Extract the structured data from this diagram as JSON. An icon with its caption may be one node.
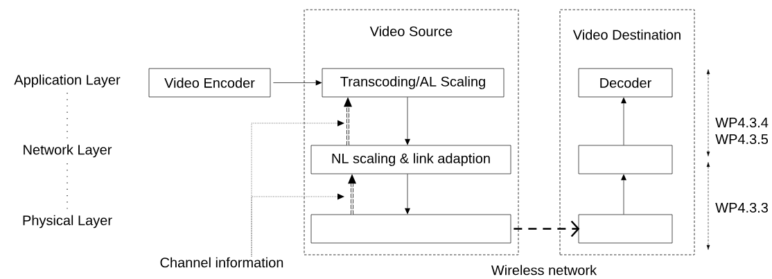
{
  "diagram": {
    "nodes": [
      {
        "text": [
          "Video Source"
        ]
      },
      {
        "text": [
          "Transcoding/AL Scaling"
        ],
        "in": 0
      },
      {
        "text": [
          "NL scaling & link adaption"
        ],
        "in": 0
      },
      {
        "text": [],
        "shape": "box",
        "in": 0
      },
      {
        "text": [
          "Video Destination"
        ]
      },
      {
        "text": [
          "Decoder"
        ],
        "in": 4
      },
      {
        "text": [],
        "shape": "box",
        "in": 4
      },
      {
        "text": [],
        "shape": "box",
        "in": 4
      },
      {
        "text": [
          "Video Encoder"
        ]
      },
      {
        "text": [
          "Channel information"
        ]
      }
    ],
    "edges": [
      {
        "from": 8,
        "to": 1,
        "arrow": "to"
      },
      {
        "from": 1,
        "to": 2,
        "arrow": "to"
      },
      {
        "from": 2,
        "to": 3,
        "arrow": "to"
      },
      {
        "from": 2,
        "to": 1,
        "arrow": "to",
        "style": "dashed"
      },
      {
        "from": 3,
        "to": 2,
        "arrow": "to",
        "style": "dashed"
      },
      {
        "from": 3,
        "to": 7,
        "arrow": "to",
        "style": "dashed",
        "label": "Wireless network"
      },
      {
        "from": 7,
        "to": 6,
        "arrow": "to"
      },
      {
        "from": 6,
        "to": 5,
        "arrow": "to"
      },
      {
        "from": 9,
        "to": null,
        "arrow": "to",
        "style": "dashed"
      },
      {
        "from": 9,
        "to": null,
        "arrow": "to",
        "style": "dashed"
      }
    ],
    "labels": [
      "Application Layer",
      "Network Layer",
      "Physical Layer",
      "WP4.3.4",
      "WP4.3.5",
      "WP4.3.3"
    ]
  }
}
